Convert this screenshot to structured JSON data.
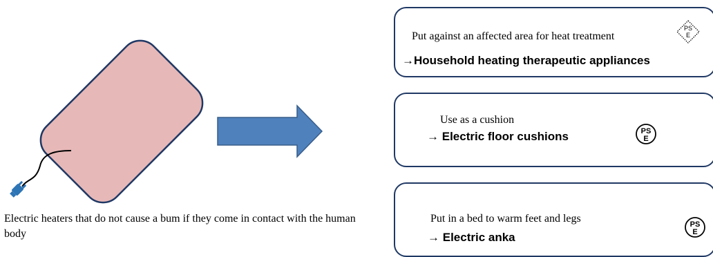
{
  "caption": "Electric heaters that do not cause a bum if they come in contact with the human body",
  "categories": [
    {
      "description": "Put against an affected area for heat treatment",
      "product_prefix": "→",
      "product": "Household heating therapeutic appliances",
      "mark": "pse-diamond-icon"
    },
    {
      "description": "Use as a cushion",
      "product_prefix": "→ ",
      "product": "Electric floor cushions",
      "mark": "pse-circle-icon"
    },
    {
      "description": "Put in a bed to warm feet and legs",
      "product_prefix": "→ ",
      "product": "Electric anka",
      "mark": "pse-circle-icon"
    }
  ],
  "pse_mark": {
    "top": "PS",
    "bottom": "E"
  },
  "colors": {
    "heater_fill": "#e6b8b7",
    "heater_stroke": "#1f3864",
    "arrow_fill": "#4f81bd",
    "arrow_stroke": "#385d8a",
    "box_border": "#1f3864",
    "plug": "#2e75b6"
  }
}
